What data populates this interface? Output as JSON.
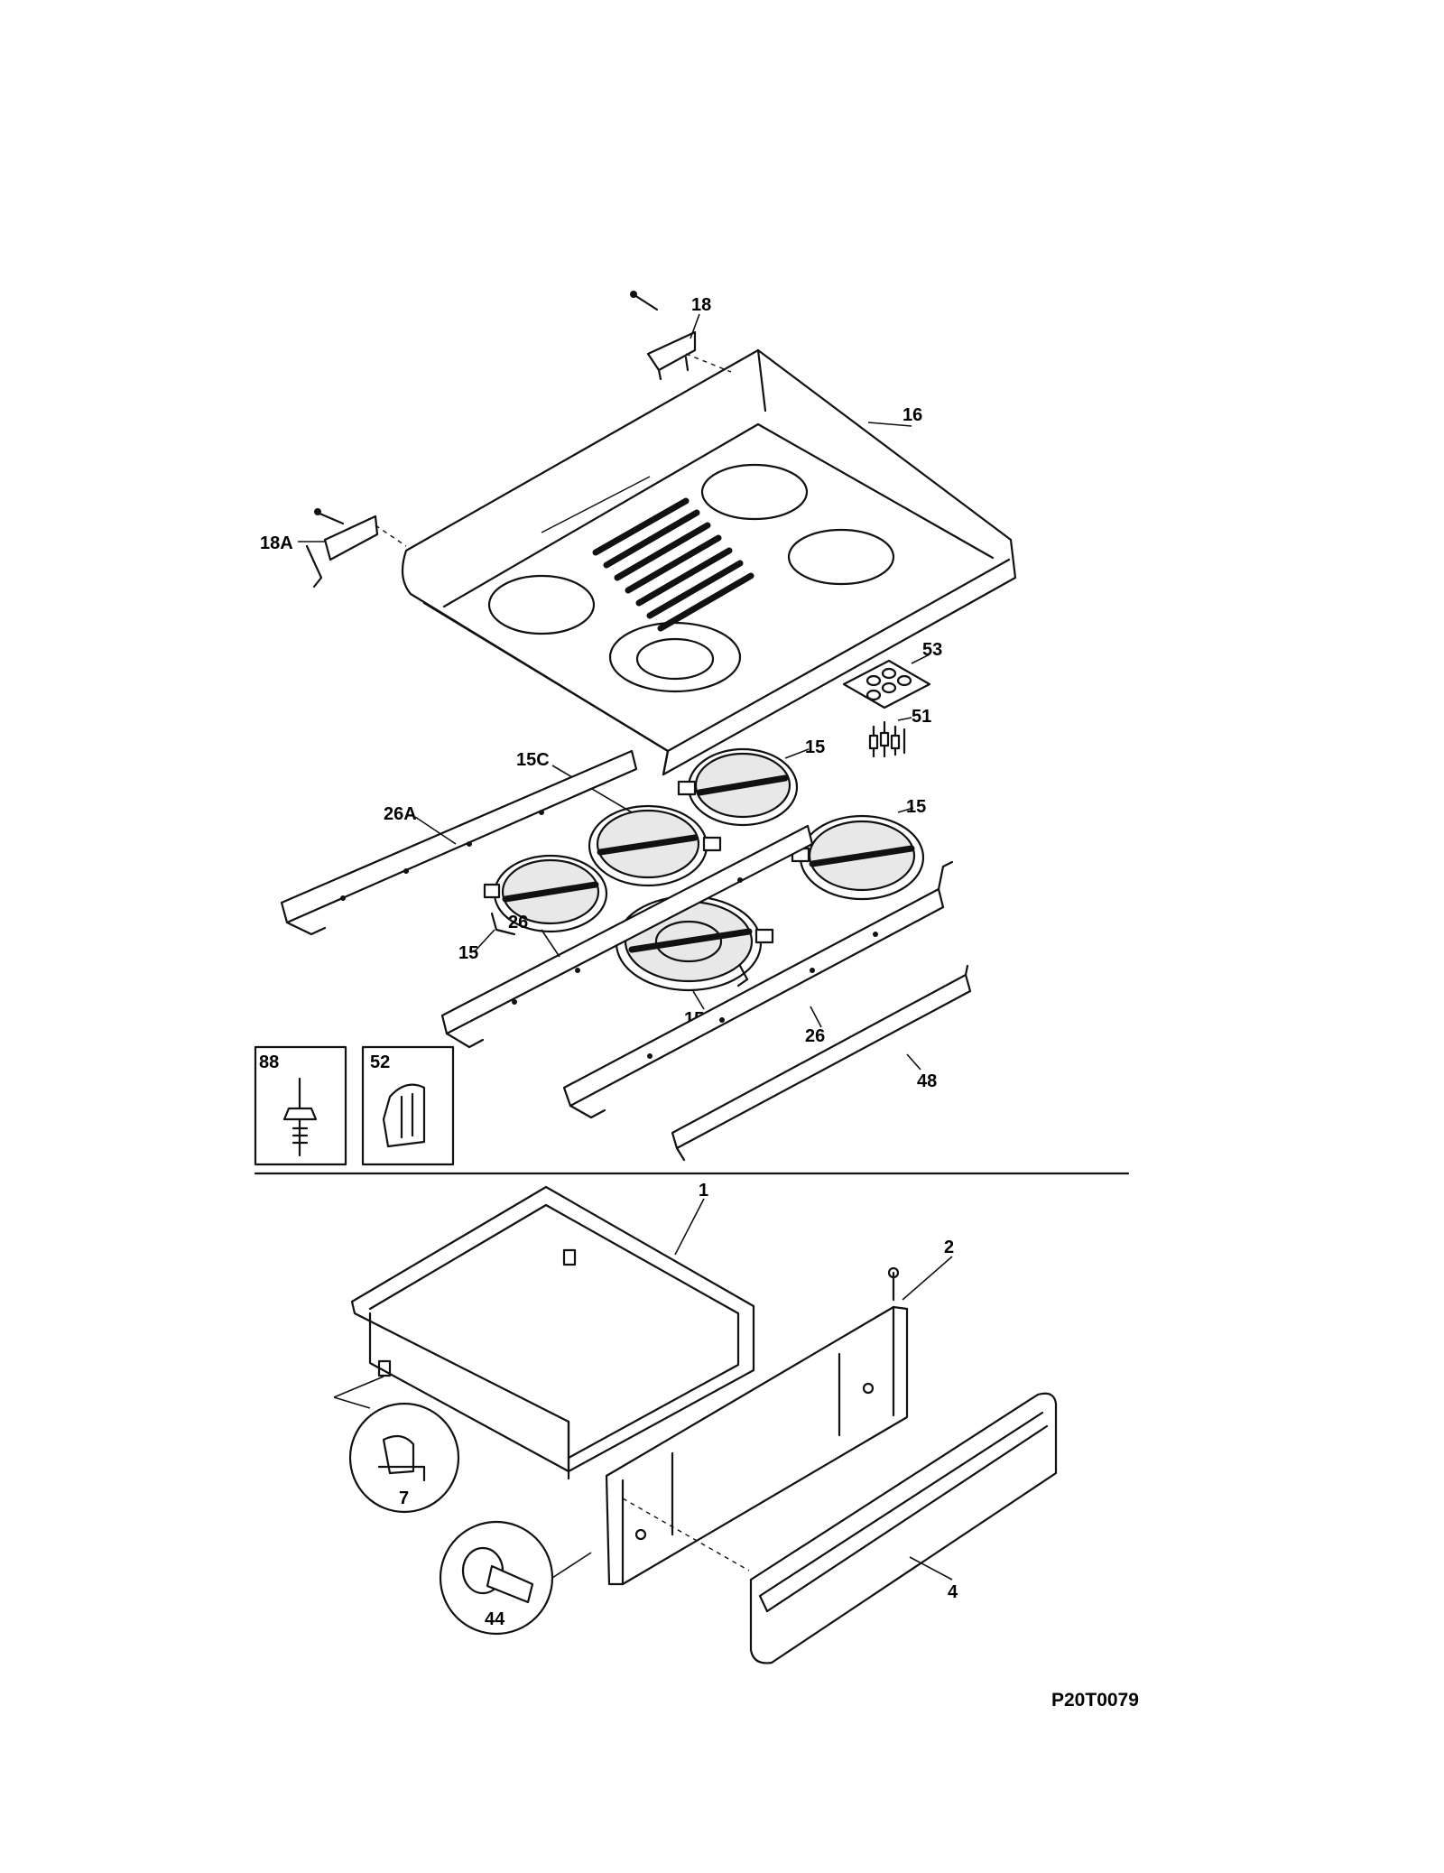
{
  "labels": {
    "p18": "18",
    "p16": "16",
    "p18a": "18A",
    "p53": "53",
    "p51": "51",
    "p15c": "15C",
    "p15_top": "15",
    "p15_right": "15",
    "p26a": "26A",
    "p15_left": "15",
    "p26_left": "26",
    "p15a": "15A",
    "p26_right": "26",
    "p48": "48",
    "p88": "88",
    "p52": "52",
    "p1": "1",
    "p2": "2",
    "p7": "7",
    "p44": "44",
    "p4": "4"
  },
  "diagram_code": "P20T0079"
}
